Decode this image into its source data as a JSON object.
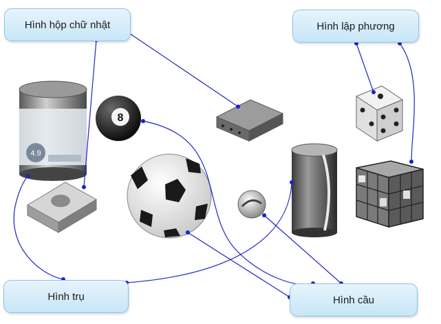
{
  "labels": {
    "rectangular_prism": "Hình hộp chữ nhật",
    "cube": "Hình lập phương",
    "cylinder": "Hình trụ",
    "sphere": "Hình cầu"
  },
  "objects": {
    "billiard_ball_number": "8",
    "milk_can_badge": "4.9"
  },
  "colors": {
    "connector": "#1a23c8",
    "label_fill": "#d9eefa",
    "label_border": "#8cc4e6"
  }
}
